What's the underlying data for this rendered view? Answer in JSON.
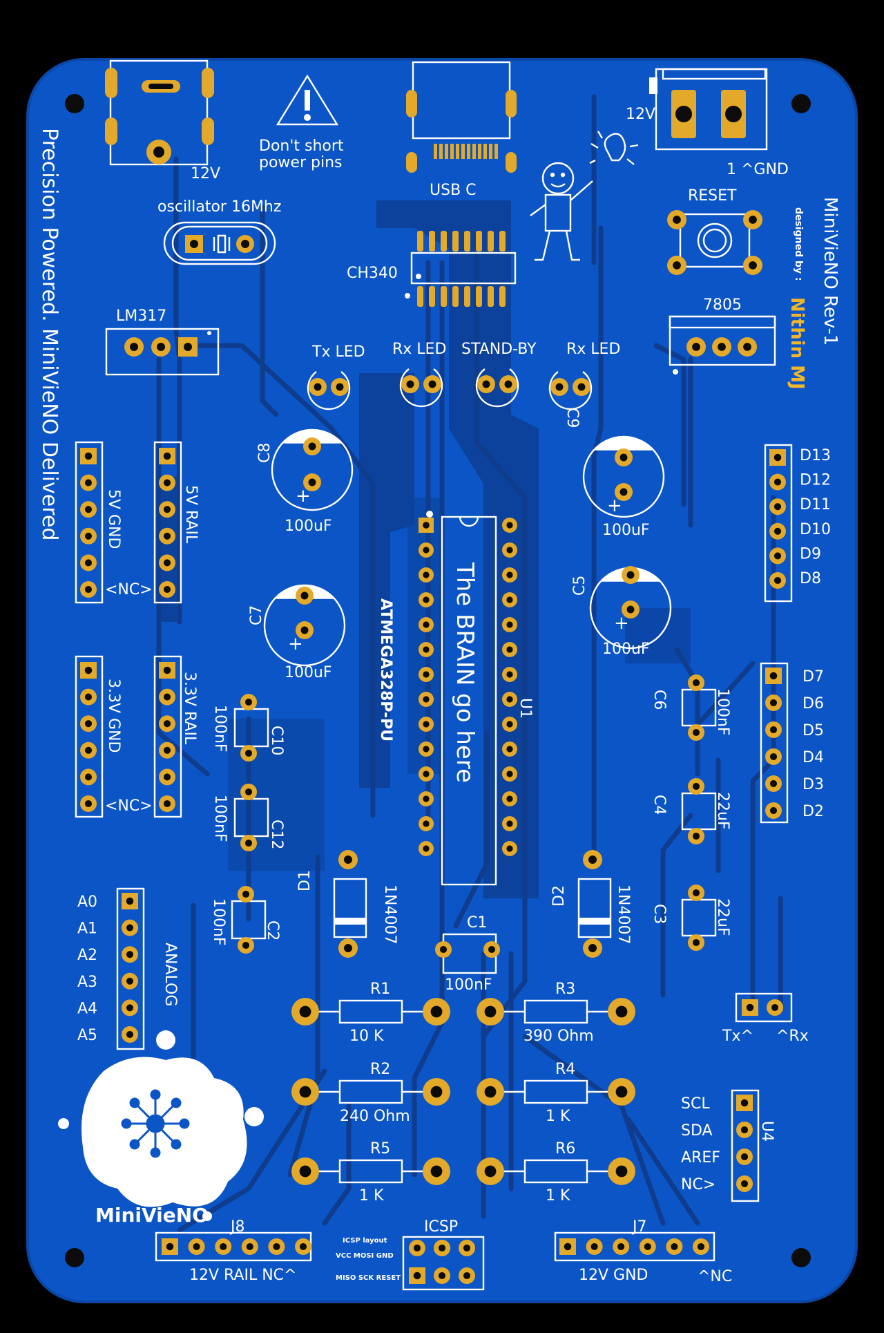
{
  "board": {
    "name": "MiniVieNO Rev-1",
    "designer_prefix": "designed by :",
    "designer": "Nithin MJ",
    "tagline": "Precision Powered. MiniVieNO Delivered",
    "logo_text": "MiniVieNO",
    "colors": {
      "substrate": "#0b55c6",
      "pad": "#e3a92a",
      "silk": "#ffffff",
      "trace": "#0f3c8c",
      "accent": "#f0b62c"
    }
  },
  "labels": {
    "dc_jack": "12V",
    "warning_line1": "Don't short",
    "warning_line2": "power pins",
    "usb": "USB C",
    "ch340": "CH340",
    "oscillator": "oscillator 16Mhz",
    "lm317": "LM317",
    "term_12v": "12V",
    "term_gnd": "1 ^GND",
    "reset": "RESET",
    "reg_7805": "7805",
    "tx_led": "Tx LED",
    "rx_led": "Rx LED",
    "standby": "STAND-BY",
    "rx_led2": "Rx LED",
    "c8": "C8",
    "c8_val": "100uF",
    "c7": "C7",
    "c7_val": "100uF",
    "c9": "C9",
    "c9_val": "100uF",
    "c5": "C5",
    "c5_val": "100uF",
    "c10": "C10",
    "c10_val": "100nF",
    "c12": "C12",
    "c12_val": "100nF",
    "c2": "C2",
    "c2_val": "100nF",
    "c6": "C6",
    "c6_val": "100nF",
    "c4": "C4",
    "c4_val": "22uF",
    "c3": "C3",
    "c3_val": "22uF",
    "c1": "C1",
    "c1_val": "100nF",
    "mcu": "ATMEGA328P-PU",
    "brain": "The BRAIN go here",
    "u1": "U1",
    "d1": "D1",
    "d1_val": "1N4007",
    "d2": "D2",
    "d2_val": "1N4007",
    "r1": "R1",
    "r1_val": "10 K",
    "r2": "R2",
    "r2_val": "240 Ohm",
    "r3": "R3",
    "r3_val": "390 Ohm",
    "r4": "R4",
    "r4_val": "1 K",
    "r5": "R5",
    "r5_val": "1 K",
    "r6": "R6",
    "r6_val": "1 K",
    "rail5_a": "5V GND",
    "rail5_b": "5V RAIL",
    "rail5_nc": "<NC>",
    "rail33_a": "3.3V GND",
    "rail33_b": "3.3V RAIL",
    "rail33_nc": "<NC>",
    "analog": "ANALOG",
    "analog_pins": [
      "A0",
      "A1",
      "A2",
      "A3",
      "A4",
      "A5"
    ],
    "digital_top": [
      "D13",
      "D12",
      "D11",
      "D10",
      "D9",
      "D8"
    ],
    "digital_bottom": [
      "D7",
      "D6",
      "D5",
      "D4",
      "D3",
      "D2"
    ],
    "tx": "Tx^",
    "rx": "^Rx",
    "u4": "U4",
    "u4_pins": [
      "SCL",
      "SDA",
      "AREF",
      "NC>"
    ],
    "j8": "J8",
    "j8_bottom": "12V  RAIL  NC^",
    "j7": "J7",
    "j7_bottom": "12V  GND",
    "j7_nc": "^NC",
    "icsp": "ICSP",
    "icsp_layout": "ICSP layout",
    "icsp_row1": "VCC MOSI GND",
    "icsp_row2": "MISO SCK RESET"
  }
}
